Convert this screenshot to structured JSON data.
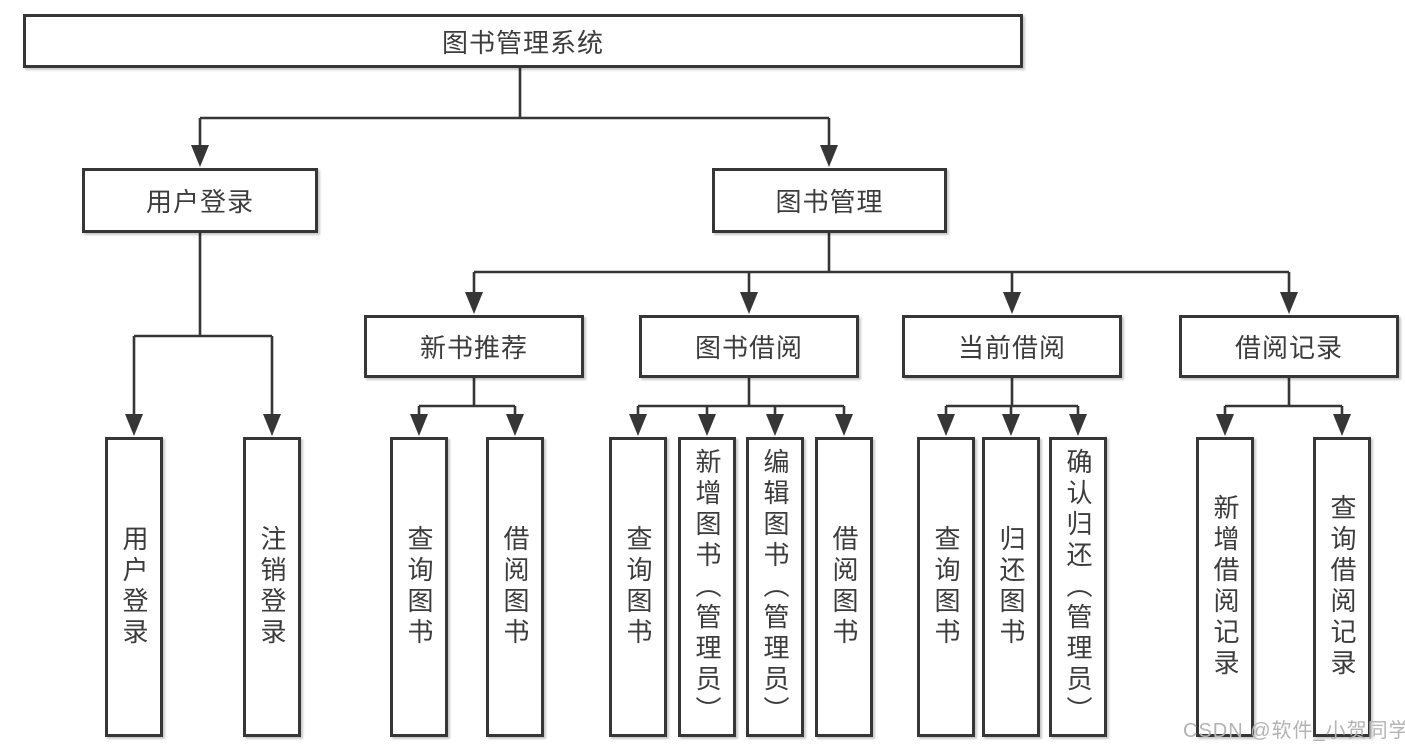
{
  "diagram_title": "图书管理系统",
  "tree": {
    "label": "图书管理系统",
    "children": [
      {
        "label": "用户登录",
        "children": [
          {
            "label": "用户登录"
          },
          {
            "label": "注销登录"
          }
        ]
      },
      {
        "label": "图书管理",
        "children": [
          {
            "label": "新书推荐",
            "children": [
              {
                "label": "查询图书"
              },
              {
                "label": "借阅图书"
              }
            ]
          },
          {
            "label": "图书借阅",
            "children": [
              {
                "label": "查询图书"
              },
              {
                "label": "新增图书（管理员）"
              },
              {
                "label": "编辑图书（管理员）"
              },
              {
                "label": "借阅图书"
              }
            ]
          },
          {
            "label": "当前借阅",
            "children": [
              {
                "label": "查询图书"
              },
              {
                "label": "归还图书"
              },
              {
                "label": "确认归还（管理员）"
              }
            ]
          },
          {
            "label": "借阅记录",
            "children": [
              {
                "label": "新增借阅记录"
              },
              {
                "label": "查询借阅记录"
              }
            ]
          }
        ]
      }
    ]
  },
  "watermark": "CSDN @软件_小贺同学",
  "colors": {
    "line": "#363636",
    "box_border": "#363636",
    "box_fill": "#ffffff",
    "text": "#3c3c3c",
    "watermark": "#b3b3b3",
    "background": "#ffffff"
  }
}
